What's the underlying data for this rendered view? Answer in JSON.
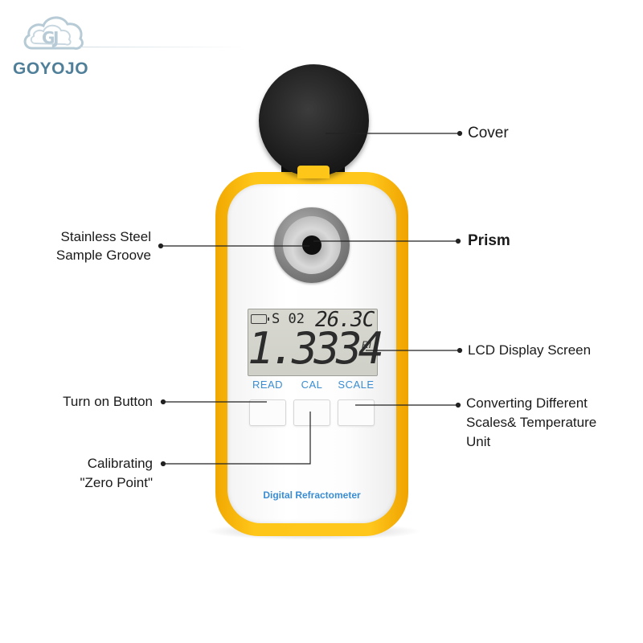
{
  "logo": {
    "brand_name": "GOYOJO",
    "mark_icon": "cloud-logo-icon"
  },
  "device": {
    "product_name": "Digital Refractometer",
    "lcd": {
      "code": "S 02",
      "temperature": "26.3C",
      "reading": "1.3334",
      "unit": "RI",
      "battery_icon": "battery-icon"
    },
    "buttons": [
      {
        "label": "READ"
      },
      {
        "label": "CAL"
      },
      {
        "label": "SCALE"
      }
    ],
    "colors": {
      "body": "#ffc61a",
      "label_blue": "#3a8dd3"
    }
  },
  "callouts": {
    "cover": "Cover",
    "prism": "Prism",
    "groove_line1": "Stainless Steel",
    "groove_line2": "Sample Groove",
    "lcd": "LCD Display Screen",
    "turn_on": "Turn on Button",
    "calibrating_line1": "Calibrating",
    "calibrating_line2": "\"Zero Point\"",
    "scales_line1": "Converting Different",
    "scales_line2": "Scales& Temperature",
    "scales_line3": "Unit"
  }
}
